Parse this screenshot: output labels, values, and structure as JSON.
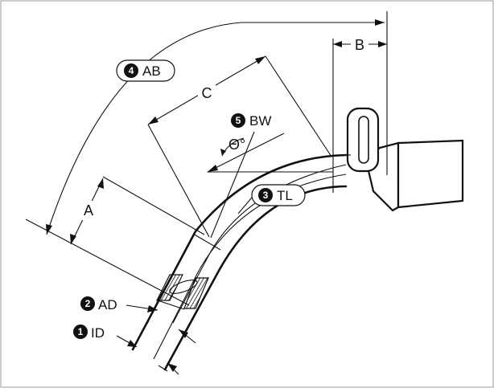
{
  "diagram": {
    "labels": {
      "A": "A",
      "B": "B",
      "C": "C",
      "AB": "AB",
      "BW": "BW",
      "TL": "TL",
      "AD": "AD",
      "ID": "ID",
      "angle": "Θ°"
    },
    "callout_numbers": {
      "ID": "1",
      "AD": "2",
      "TL": "3",
      "AB": "4",
      "BW": "5"
    }
  }
}
